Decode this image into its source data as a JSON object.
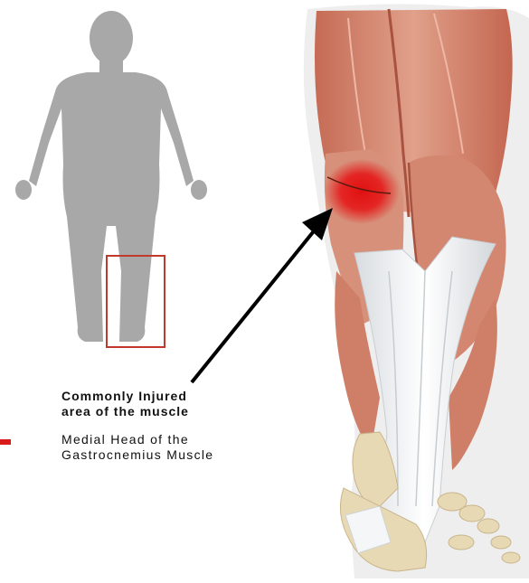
{
  "annotation": {
    "injury_line1": "Commonly Injured",
    "injury_line2": "area of the muscle",
    "muscle_line1": "Medial Head of the",
    "muscle_line2": "Gastrocnemius Muscle"
  },
  "colors": {
    "silhouette": "#a8a8a8",
    "highlight_box": "#c0392b",
    "muscle": "#d58a72",
    "muscle_shadow": "#b9604a",
    "tendon": "#f2f4f6",
    "bone": "#e8d9b5",
    "injury": "#e01818",
    "arrow": "#000000"
  }
}
